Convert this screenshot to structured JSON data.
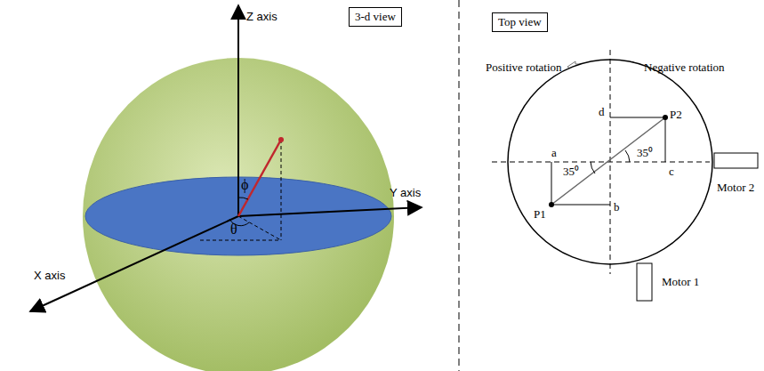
{
  "diagram": {
    "nodes": [
      {
        "text": [
          "3-d view"
        ]
      },
      {
        "text": [
          "Top view"
        ]
      }
    ],
    "labels": [
      "Z axis",
      "Y axis",
      "X axis",
      "ϕ",
      "θ",
      "Positive rotation",
      "Negative rotation",
      "d",
      "P2",
      "a",
      "35⁰",
      "c",
      "35⁰",
      "b",
      "P1",
      "Motor 2",
      "Motor 1"
    ]
  }
}
